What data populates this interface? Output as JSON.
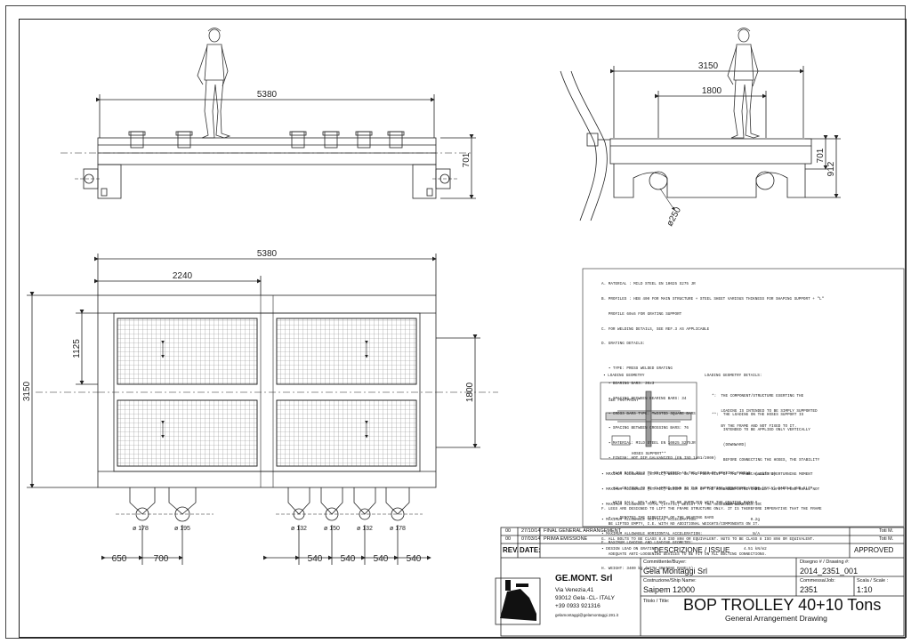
{
  "top_view": {
    "length": "5380",
    "dim_2240": "2240",
    "dim_1125": "1125",
    "width": "3150",
    "dim_1800": "1800",
    "bottom_dims": [
      "650",
      "700",
      "540",
      "540",
      "540",
      "540"
    ],
    "hose_labels": [
      "ø 178",
      "ø 195",
      "ø 132",
      "ø 150",
      "ø 132",
      "ø 178"
    ]
  },
  "front_view": {
    "length": "5380",
    "height": "701"
  },
  "side_view": {
    "width": "3150",
    "dim_1800": "1800",
    "height_701": "701",
    "height_912": "912",
    "pipe_dia": "ø250"
  },
  "notes": {
    "general": [
      "A. MATERIAL : MILD STEEL EN 10025 S275 JR",
      "B. PROFILES : HEB 400 FOR MAIN STRUCTURE + STEEL SHEET VARIOUS THIKNESS FOR SHAPING SUPPORT + \"L\"",
      "   PROFILE 60x6 FOR GRATING SUPPORT",
      "C. FOR WELDING DETAILS, SEE REF.3 AS APPLICABLE",
      "D. GRATING DETAILS:",
      "",
      "   ▪ TYPE: PRESS WELDED GRATING",
      "   ▪ BEARING BARS: 30x3",
      "   ▪ SPACING BETWEEN BEARING BARS: 34",
      "   ▪ CROSS BARS TYPE: TWISTED SQUARE BARS",
      "   ▪ SPACING BETWEEN CROSSING BARS: 76",
      "   ▪ MATERIAL: MILD STEEL EN 10025 S275JR",
      "   ▪ FINISH: HOT DIP GALVANIZED (EN ISO 1461/2009)",
      "   ▪ FLAT BARS 30x3 TO BE PROVIDED AT THE EDGES OF GRATING PANELS",
      "   ▪ ALL GRATING TO BE CLAMPED DOWN TO THE SUPPORTING STRUCTURE USING (GALV) SADDLE AND CLIP",
      "     WITH GALV. BOLT AND NUT. TO BE SUPPLIED WITH THE GRATING PANELS",
      "   ▪ ←→ DENOTES THE DIRECTION OF THE BEARING BARS",
      "",
      "E. MAXIMUM LOADING AND LOADING GEOMETRY:"
    ],
    "loading_geometry_left": "▪ LOADING GEOMETRY",
    "loading_geometry_right": "LOADING GEOMETRY DETAILS:",
    "loading_notes_1": [
      "*:  THE COMPONENT/STRUCTURE EXERTING THE",
      "    LOADING IS INTENDED TO BE SIMPLY SUPPORTED",
      "    BY THE FRAME AND NOT FIXED TO IT."
    ],
    "loading_notes_2": [
      "**:  THE LOADING ON THE HOSES SUPPORT IS",
      "     INTENDED TO BE APPLIED ONLY VERTICALLY",
      "     (DOWNWARD)",
      "     BEFORE CONNECTING THE HOSES, THE STABILITY",
      "     OF THE FRAME AGAINST OVERTURNING MOMENT",
      "     SHALL    BE CHECKED. SAFETY PINS SHALL NOT",
      "     BEAR LOADINGS."
    ],
    "detail_labels": [
      "SEE FOOTPRINT*",
      "HOSES SUPPORT**"
    ],
    "max_loads": [
      "▪ MAXIMUM ALLOWABLE (STATIC) WEIGHT ON THE FOOTPRINT*:         40t (uniform)",
      "▪ MAXIMUM ALLOWABLE (STATIC) WEIGHT ON ANY OF THE HOSE SUPPORT**:  2t",
      "▪ MAXIMUM ALLOWABLE TOTAL (STATIC) WEIGHT AT THE HOSE SUPPORTS**:  10t",
      "▪ MAXIMUM ALLOWABLE VERTICAL ACCELERATION:                       0.2g",
      "▪ MAXIMUM ALLOWABLE HORIZONTAL ACCELERATION:                      N/A",
      "▪ DESIGN LOAD ON GRATING:                                     4.51 kN/m2"
    ],
    "final": [
      "F. LEGS ARE DESIGNED TO LIFT THE FRAME STRUCTURE ONLY. IT IS THEREFORE IMPERATIVE THAT THE FRAME",
      "   BE LIFTED EMPTY, I.E. WITH NO ADDITIONAL WEIGHTS/COMPONENTS ON IT.",
      "G. ALL BOLTS TO BE CLASS 8.8 ISO 898 OR EQUIVALENT. NUTS TO BE CLASS 8 ISO 898 OR EQUIVALENT.",
      "   ADEQUATE ANTI-LOOSENING DEVICES TO BE FIT ON ALL BOLTING CONNECTIONS.",
      "H. WEIGHT: 3400 kg (WITH GRATING PANELS)"
    ]
  },
  "revisions": [
    {
      "rev": "00",
      "date": "27/10/14",
      "desc": "FINAL GENERAL ARRANGEMENT",
      "appr": "Toti M."
    },
    {
      "rev": "00",
      "date": "07/03/14",
      "desc": "PRIMA EMISSIONE",
      "appr": "Toti M."
    }
  ],
  "rev_header": {
    "rev": "REV.",
    "date": "DATE:",
    "desc": "DESCRIZIONE / ISSUE",
    "appr": "APPROVED"
  },
  "company": {
    "name": "GE.MONT. Srl",
    "address1": "Via Venezia,41",
    "address2": "93012 Gela -CL- ITALY",
    "phone": "+39 0933 921316",
    "email": "gelamontaggi@gelamontaggi.191.it"
  },
  "title_block": {
    "buyer_label": "Committente/Buyer:",
    "buyer": "Gela Montaggi Srl",
    "drawing_label": "Disegno # / Drawing #:",
    "drawing": "2014_2351_001",
    "ship_label": "Costruzione/Ship Name:",
    "ship": "Saipem 12000",
    "job_label": "Commessa/Job:",
    "job": "2351",
    "scale_label": "Scala / Scale :",
    "scale": "1:10",
    "title_label": "Titolo / Title:",
    "title": "BOP TROLLEY 40+10 Tons",
    "subtitle": "General Arrangement Drawing"
  }
}
